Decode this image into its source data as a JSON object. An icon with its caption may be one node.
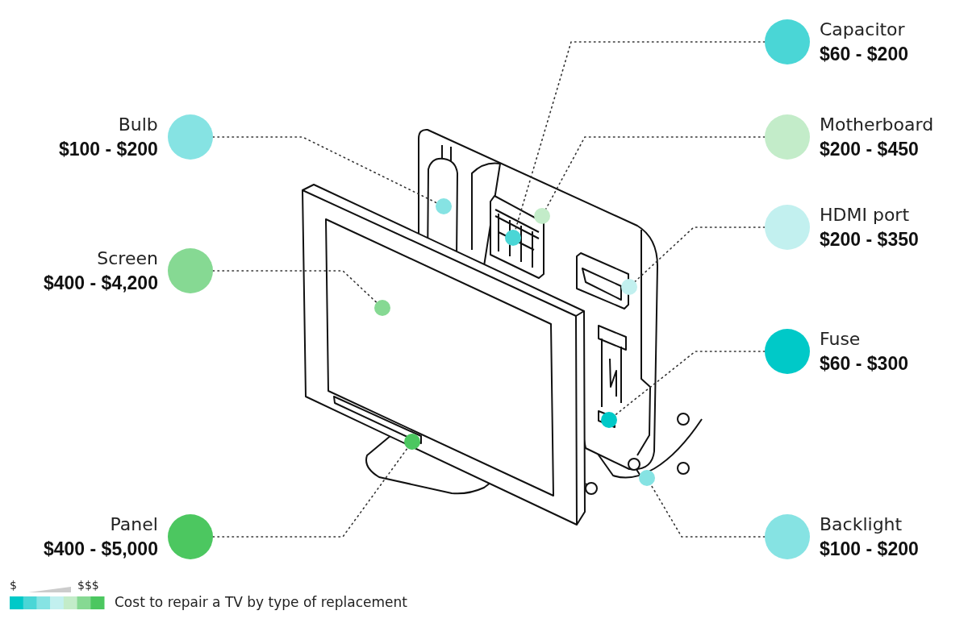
{
  "diagram": {
    "nodes": [
      {
        "text": [
          "Capacitor",
          "$60 - $200"
        ]
      },
      {
        "text": [
          "Bulb",
          "$100 - $200"
        ]
      },
      {
        "text": [
          "Motherboard",
          "$200 - $450"
        ]
      },
      {
        "text": [
          "Screen",
          "$400 - $4,200"
        ]
      },
      {
        "text": [
          "HDMI port",
          "$200 - $350"
        ]
      },
      {
        "text": [
          "Fuse",
          "$60 - $300"
        ]
      },
      {
        "text": [
          "Panel",
          "$400 - $5,000"
        ]
      },
      {
        "text": [
          "Backlight",
          "$100 - $200"
        ]
      },
      {
        "text": [],
        "shape": "circle"
      },
      {
        "text": [],
        "shape": "circle"
      },
      {
        "text": [],
        "shape": "circle"
      },
      {
        "text": [],
        "shape": "circle"
      },
      {
        "text": [],
        "shape": "circle"
      },
      {
        "text": [],
        "shape": "circle"
      },
      {
        "text": [],
        "shape": "circle"
      },
      {
        "text": [],
        "shape": "circle"
      }
    ],
    "edges": [
      {
        "from": 0,
        "to": 8,
        "arrow": "none"
      },
      {
        "from": 1,
        "to": 9,
        "arrow": "none"
      },
      {
        "from": 2,
        "to": 10,
        "arrow": "none"
      },
      {
        "from": 3,
        "to": 11,
        "arrow": "none"
      },
      {
        "from": 4,
        "to": 12,
        "arrow": "none"
      },
      {
        "from": 5,
        "to": 13,
        "arrow": "none"
      },
      {
        "from": 6,
        "to": 14,
        "arrow": "none"
      },
      {
        "from": 7,
        "to": 15,
        "arrow": "none"
      }
    ],
    "labels": [
      "$",
      "$$$"
    ],
    "legend": [
      {
        "text": "Cost to repair a TV by type of replacement"
      }
    ]
  }
}
